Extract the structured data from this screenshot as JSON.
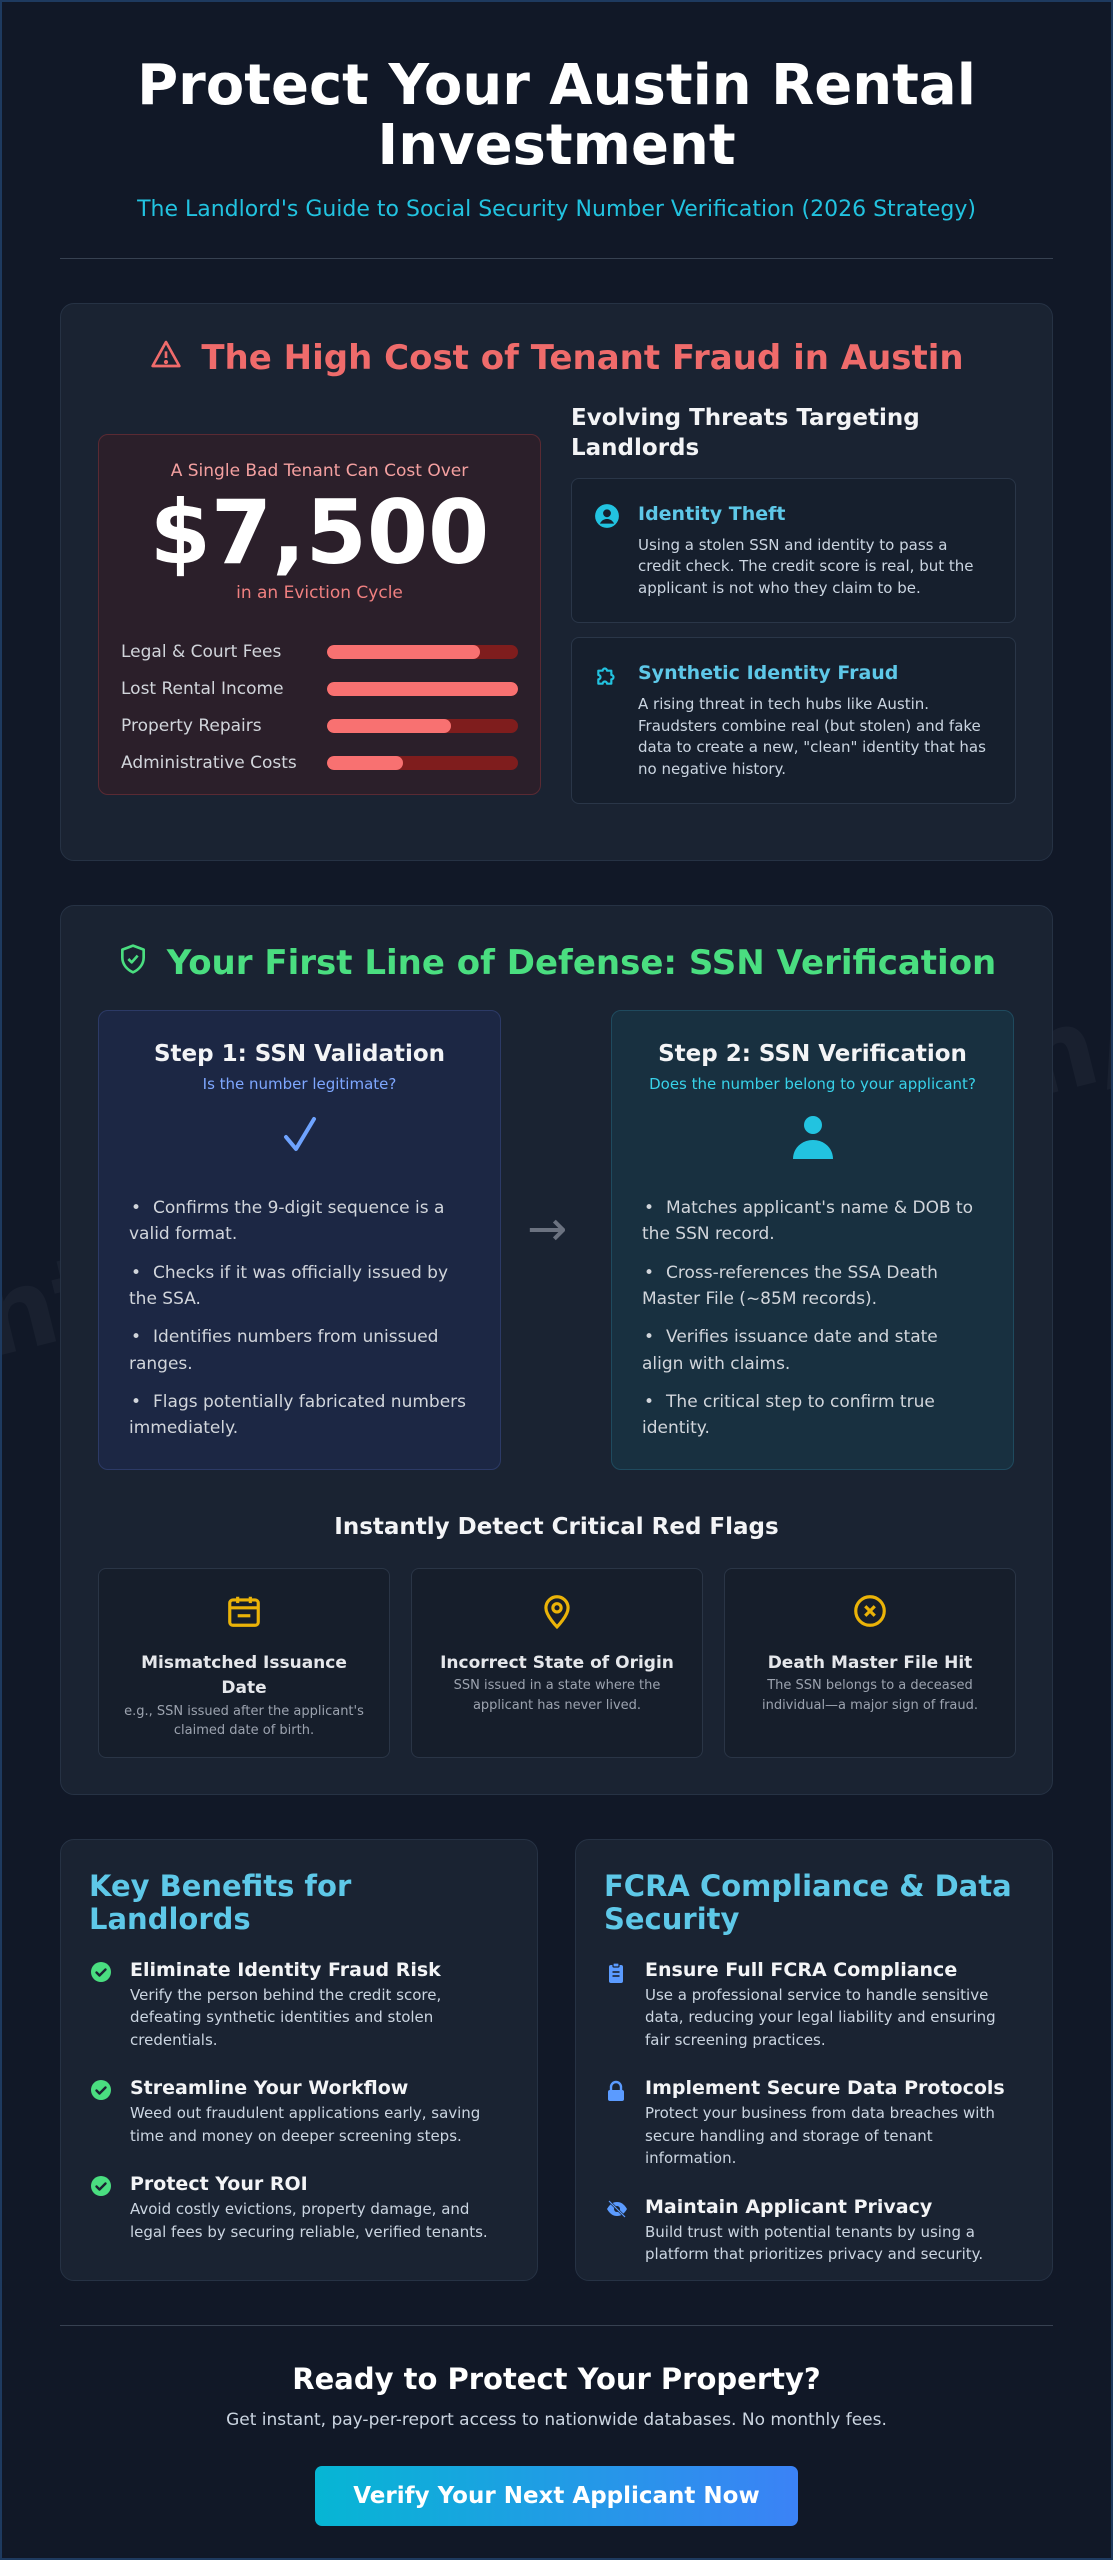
{
  "header": {
    "title": "Protect Your Austin Rental Investment",
    "subtitle": "The Landlord's Guide to Social Security Number Verification (2026 Strategy)"
  },
  "watermark": "ntcheckgroup.com/chec",
  "fraud_section": {
    "heading": "The High Cost of Tenant Fraud in Austin",
    "cost_box": {
      "lead": "A Single Bad Tenant Can Cost Over",
      "amount": "$7,500",
      "sub": "in an Eviction Cycle",
      "bars": [
        {
          "label": "Legal & Court Fees",
          "value": 0.8
        },
        {
          "label": "Lost Rental Income",
          "value": 1.0
        },
        {
          "label": "Property Repairs",
          "value": 0.65
        },
        {
          "label": "Administrative Costs",
          "value": 0.4
        }
      ]
    },
    "threats": {
      "heading": "Evolving Threats Targeting Landlords",
      "items": [
        {
          "icon": "user-circle-icon",
          "title": "Identity Theft",
          "text": "Using a stolen SSN and identity to pass a credit check. The credit score is real, but the applicant is not who they claim to be."
        },
        {
          "icon": "puzzle-icon",
          "title": "Synthetic Identity Fraud",
          "text": "A rising threat in tech hubs like Austin. Fraudsters combine real (but stolen) and fake data to create a new, \"clean\" identity that has no negative history."
        }
      ]
    }
  },
  "defense_section": {
    "heading": "Your First Line of Defense: SSN Verification",
    "step1": {
      "title": "Step 1: SSN Validation",
      "question": "Is the number legitimate?",
      "icon": "checkmark-icon",
      "points": [
        "Confirms the 9-digit sequence is a valid format.",
        "Checks if it was officially issued by the SSA.",
        "Identifies numbers from unissued ranges.",
        "Flags potentially fabricated numbers immediately."
      ]
    },
    "step2": {
      "title": "Step 2: SSN Verification",
      "question": "Does the number belong to your applicant?",
      "icon": "person-icon",
      "points": [
        "Matches applicant's name & DOB to the SSN record.",
        "Cross-references the SSA Death Master File (~85M records).",
        "Verifies issuance date and state align with claims.",
        "The critical step to confirm true identity."
      ]
    },
    "flags": {
      "heading": "Instantly Detect Critical Red Flags",
      "items": [
        {
          "icon": "calendar-icon",
          "title": "Mismatched Issuance Date",
          "text": "e.g., SSN issued after the applicant's claimed date of birth."
        },
        {
          "icon": "map-pin-icon",
          "title": "Incorrect State of Origin",
          "text": "SSN issued in a state where the applicant has never lived."
        },
        {
          "icon": "x-circle-icon",
          "title": "Death Master File Hit",
          "text": "The SSN belongs to a deceased individual—a major sign of fraud."
        }
      ]
    }
  },
  "benefits": {
    "heading": "Key Benefits for Landlords",
    "items": [
      {
        "title": "Eliminate Identity Fraud Risk",
        "text": "Verify the person behind the credit score, defeating synthetic identities and stolen credentials."
      },
      {
        "title": "Streamline Your Workflow",
        "text": "Weed out fraudulent applications early, saving time and money on deeper screening steps."
      },
      {
        "title": "Protect Your ROI",
        "text": "Avoid costly evictions, property damage, and legal fees by securing reliable, verified tenants."
      }
    ]
  },
  "compliance": {
    "heading": "FCRA Compliance & Data Security",
    "items": [
      {
        "icon": "clipboard-icon",
        "title": "Ensure Full FCRA Compliance",
        "text": "Use a professional service to handle sensitive data, reducing your legal liability and ensuring fair screening practices."
      },
      {
        "icon": "lock-icon",
        "title": "Implement Secure Data Protocols",
        "text": "Protect your business from data breaches with secure handling and storage of tenant information."
      },
      {
        "icon": "eye-slash-icon",
        "title": "Maintain Applicant Privacy",
        "text": "Build trust with potential tenants by using a platform that prioritizes privacy and security."
      }
    ]
  },
  "cta": {
    "heading": "Ready to Protect Your Property?",
    "text": "Get instant, pay-per-report access to nationwide databases. No monthly fees.",
    "button": "Verify Your Next Applicant Now"
  },
  "colors": {
    "background": "#111827",
    "danger": "#ef6b6b",
    "success": "#4ade80",
    "accent": "#5ec8e8",
    "cta_gradient_start": "#06b6d4",
    "cta_gradient_end": "#3b82f6"
  }
}
